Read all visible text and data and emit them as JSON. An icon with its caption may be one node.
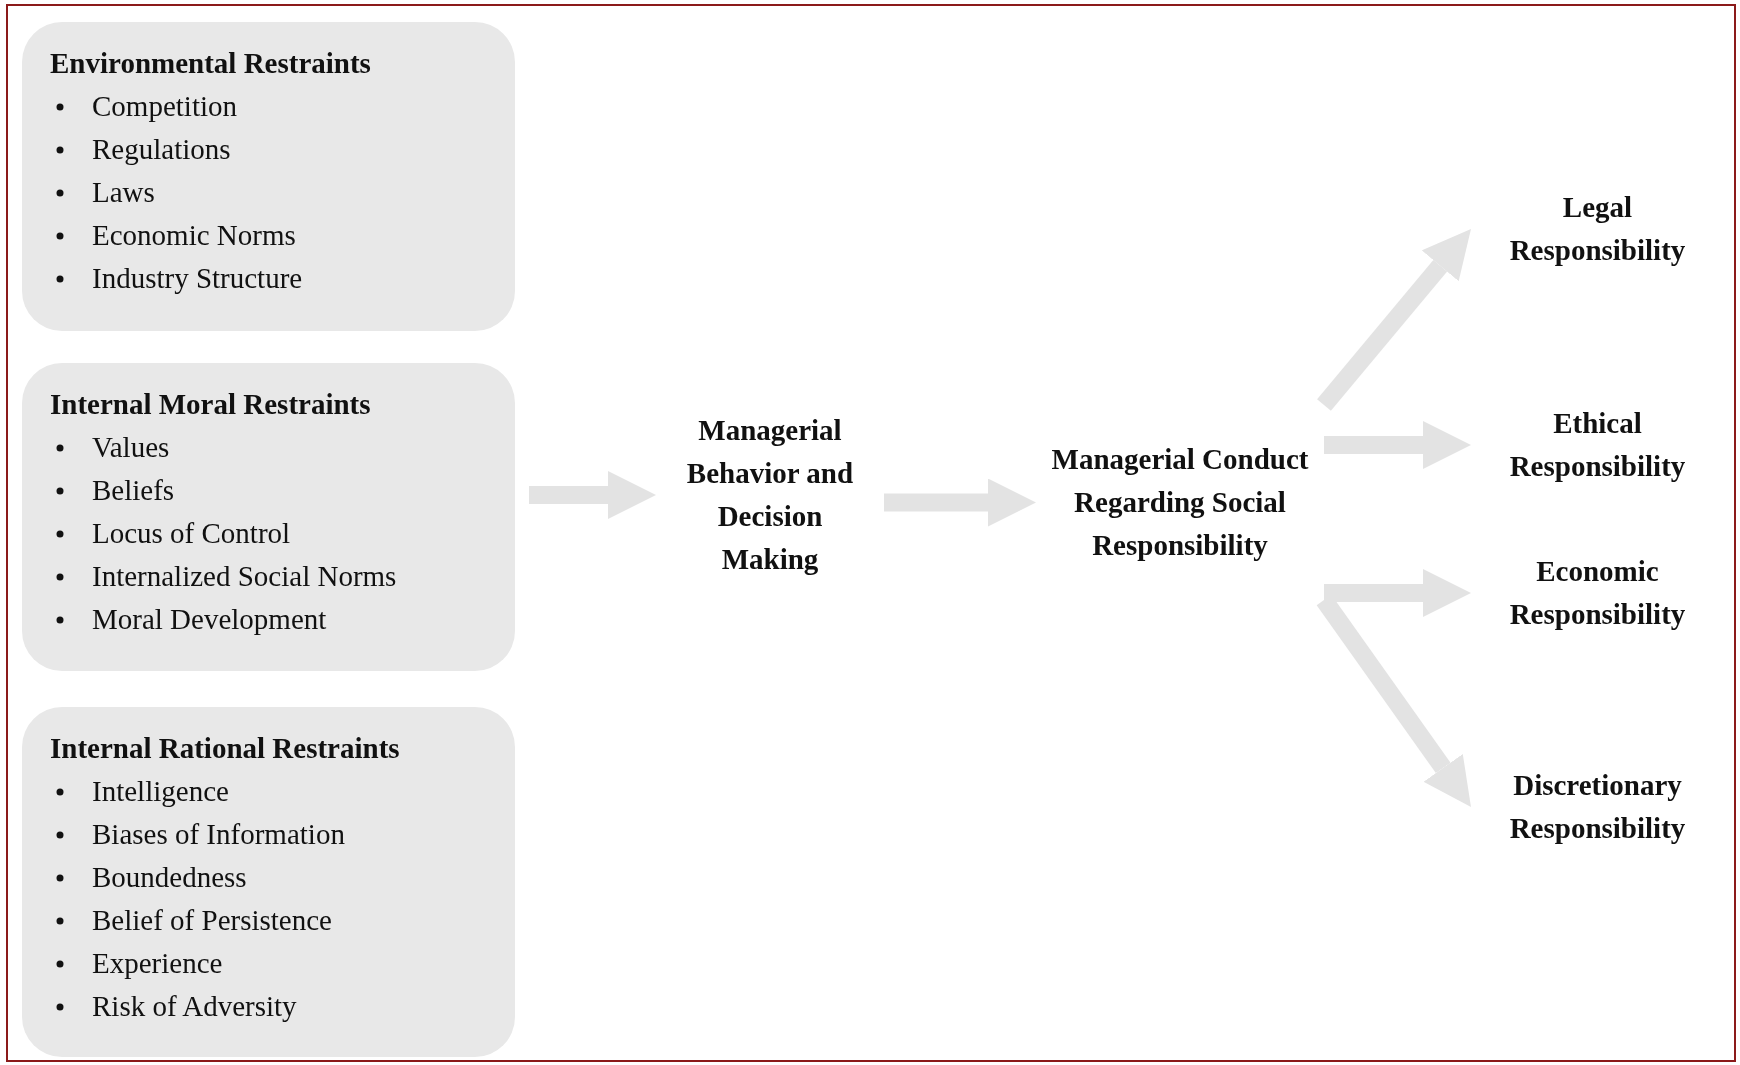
{
  "diagram": {
    "nodes": [
      {
        "text": [
          "Environmental Restraints",
          "Competition",
          "Regulations",
          "Laws",
          "Economic Norms",
          "Industry Structure"
        ]
      },
      {
        "text": [
          "Internal Moral Restraints",
          "Values",
          "Beliefs",
          "Locus of Control",
          "Internalized Social Norms",
          "Moral Development"
        ]
      },
      {
        "text": [
          "Internal Rational Restraints",
          "Intelligence",
          "Biases of Information",
          "Boundedness",
          "Belief of Persistence",
          "Experience",
          "Risk of Adversity"
        ]
      },
      {
        "text": [
          "Managerial Behavior and Decision Making"
        ]
      },
      {
        "text": [
          "Managerial Conduct Regarding Social Responsibility"
        ]
      },
      {
        "text": [
          "Legal Responsibility"
        ]
      },
      {
        "text": [
          "Ethical Responsibility"
        ]
      },
      {
        "text": [
          "Economic Responsibility"
        ]
      },
      {
        "text": [
          "Discretionary Responsibility"
        ]
      }
    ],
    "edges": [
      {
        "from": 1,
        "to": 3,
        "arrow": "to"
      },
      {
        "from": 3,
        "to": 4,
        "arrow": "to"
      },
      {
        "from": 4,
        "to": 5,
        "arrow": "to"
      },
      {
        "from": 4,
        "to": 6,
        "arrow": "to"
      },
      {
        "from": 4,
        "to": 7,
        "arrow": "to"
      },
      {
        "from": 4,
        "to": 8,
        "arrow": "to"
      }
    ]
  }
}
